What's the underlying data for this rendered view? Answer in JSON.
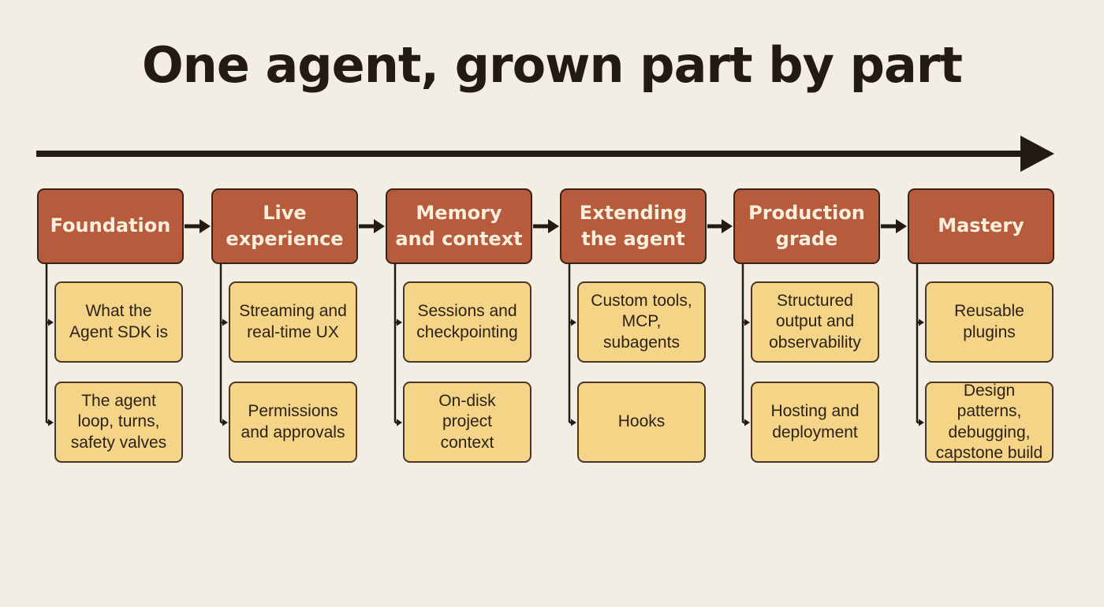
{
  "title": "One agent, grown part by part",
  "stages": [
    {
      "label": "Foundation",
      "topics": [
        "What the\nAgent SDK is",
        "The agent\nloop, turns,\nsafety valves"
      ]
    },
    {
      "label": "Live\nexperience",
      "topics": [
        "Streaming and\nreal-time UX",
        "Permissions\nand approvals"
      ]
    },
    {
      "label": "Memory\nand context",
      "topics": [
        "Sessions and\ncheckpointing",
        "On-disk\nproject\ncontext"
      ]
    },
    {
      "label": "Extending\nthe agent",
      "topics": [
        "Custom tools,\nMCP,\nsubagents",
        "Hooks"
      ]
    },
    {
      "label": "Production\ngrade",
      "topics": [
        "Structured\noutput and\nobservability",
        "Hosting and\ndeployment"
      ]
    },
    {
      "label": "Mastery",
      "topics": [
        "Reusable\nplugins",
        "Design\npatterns,\ndebugging,\ncapstone build"
      ]
    }
  ],
  "colors": {
    "background": "#f3eee3",
    "stage_fill": "#b65c3d",
    "topic_fill": "#f4d486",
    "ink": "#231a14"
  }
}
